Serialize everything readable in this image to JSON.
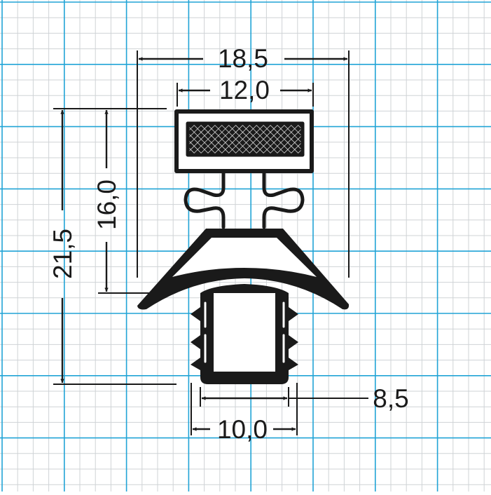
{
  "colors": {
    "background": "#ffffff",
    "grid_minor": "#cfd3d6",
    "grid_major": "#21a4d6",
    "ink": "#1a1a1a"
  },
  "dimensions": {
    "overall_width": "18,5",
    "top_width": "12,0",
    "overall_height": "21,5",
    "upper_height": "16,0",
    "base_inner_width": "8,5",
    "base_outer_width": "10,0"
  }
}
